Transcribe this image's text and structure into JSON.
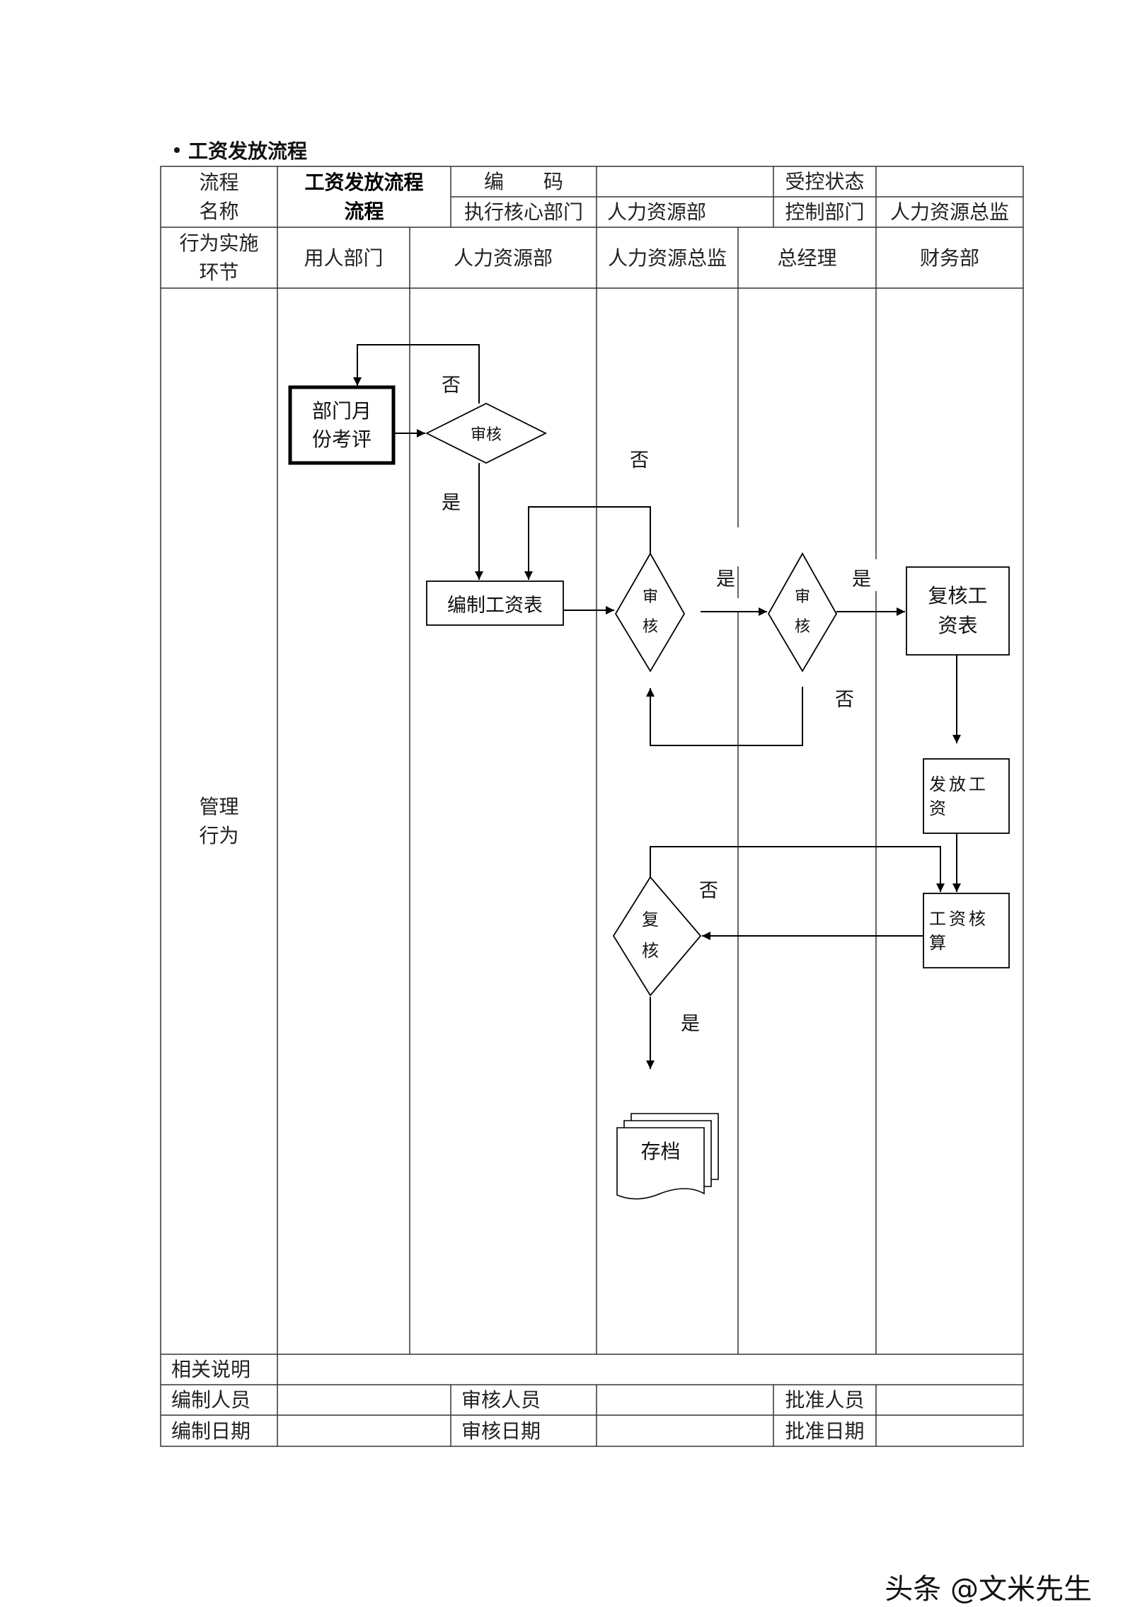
{
  "section_title": "工资发放流程",
  "header": {
    "process_name_label": "流程\n名称",
    "process_name_value": "工资发放流程\n流程",
    "code_label": "编　　码",
    "code_value": "",
    "control_status_label": "受控状态",
    "control_status_value": "",
    "exec_dept_label": "执行核心部门",
    "exec_dept_value": "人力资源部",
    "control_dept_label": "控制部门",
    "control_dept_value": "人力资源总监"
  },
  "lanes": {
    "row_label": "行为实施\n环节",
    "columns": [
      "用人部门",
      "人力资源部",
      "人力资源总监",
      "总经理",
      "财务部"
    ]
  },
  "body_label": "管理\n行为",
  "flow": {
    "dept_review": "部门月\n份考评",
    "audit1": "审核",
    "no1": "否",
    "yes1": "是",
    "make_salary": "编制工资表",
    "audit_hr_director": "审\n核",
    "no2": "否",
    "yes2": "是",
    "audit_gm": "审\n核",
    "yes3": "是",
    "no3": "否",
    "recheck_table": "复核工\n资表",
    "pay_salary": "发放工\n资",
    "salary_calc": "工资核\n算",
    "recheck": "复\n核",
    "no4": "否",
    "yes4": "是",
    "archive": "存档"
  },
  "footer": {
    "related_label": "相关说明",
    "related_value": "",
    "editor_label": "编制人员",
    "editor_value": "",
    "reviewer_label": "审核人员",
    "reviewer_value": "",
    "approver_label": "批准人员",
    "approver_value": "",
    "edit_date_label": "编制日期",
    "edit_date_value": "",
    "review_date_label": "审核日期",
    "review_date_value": "",
    "approve_date_label": "批准日期",
    "approve_date_value": ""
  },
  "watermark": "头条 @文米先生"
}
